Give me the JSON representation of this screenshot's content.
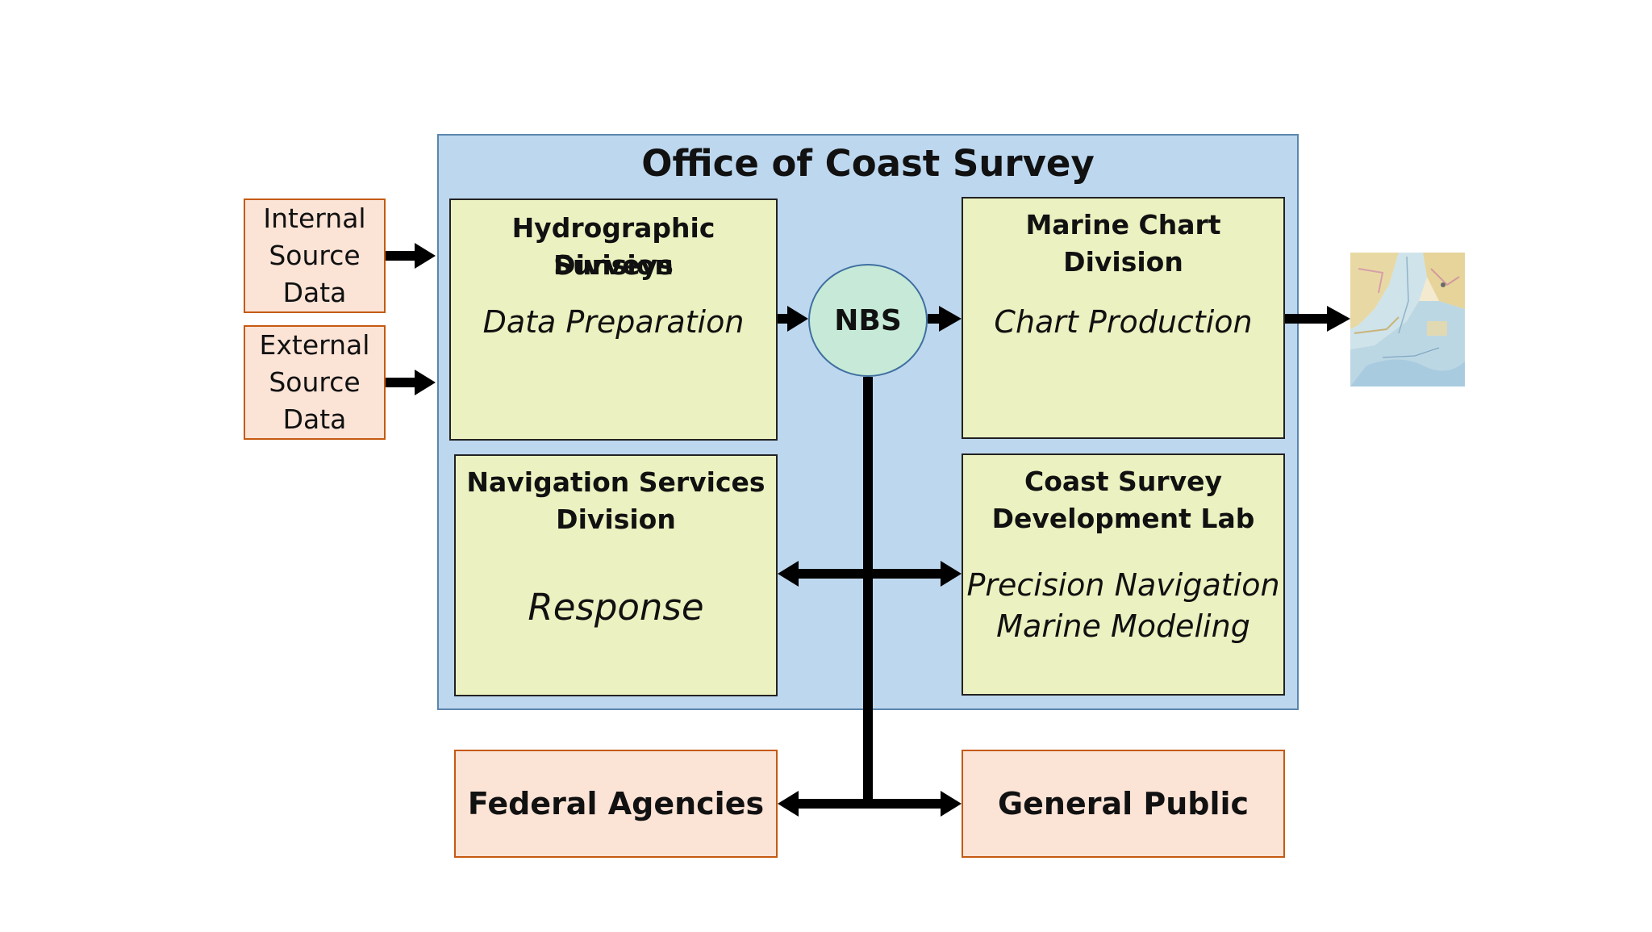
{
  "office": {
    "title": "Office of Coast Survey"
  },
  "sources": {
    "internal": {
      "line1": "Internal",
      "line2": "Source",
      "line3": "Data"
    },
    "external": {
      "line1": "External",
      "line2": "Source",
      "line3": "Data"
    }
  },
  "divisions": {
    "hydrographic": {
      "title_line1": "Hydrographic Surveys",
      "title_line2": "Division",
      "function": "Data Preparation"
    },
    "marine_chart": {
      "title_line1": "Marine Chart Division",
      "function": "Chart Production"
    },
    "navigation": {
      "title_line1": "Navigation Services",
      "title_line2": "Division",
      "function": "Response"
    },
    "dev_lab": {
      "title_line1": "Coast Survey",
      "title_line2": "Development Lab",
      "function_line1": "Precision Navigation",
      "function_line2": "Marine Modeling"
    }
  },
  "hub": {
    "label": "NBS"
  },
  "outlets": {
    "federal": "Federal Agencies",
    "public": "General Public"
  },
  "colors": {
    "office_fill": "#bdd7ee",
    "division_fill": "#ebf1c0",
    "source_fill": "#fbe3d6",
    "source_border": "#c55a11",
    "hub_fill": "#c6ead7",
    "arrow": "#000000"
  },
  "icons": {
    "chart_output": "nautical-chart-thumbnail-icon"
  }
}
